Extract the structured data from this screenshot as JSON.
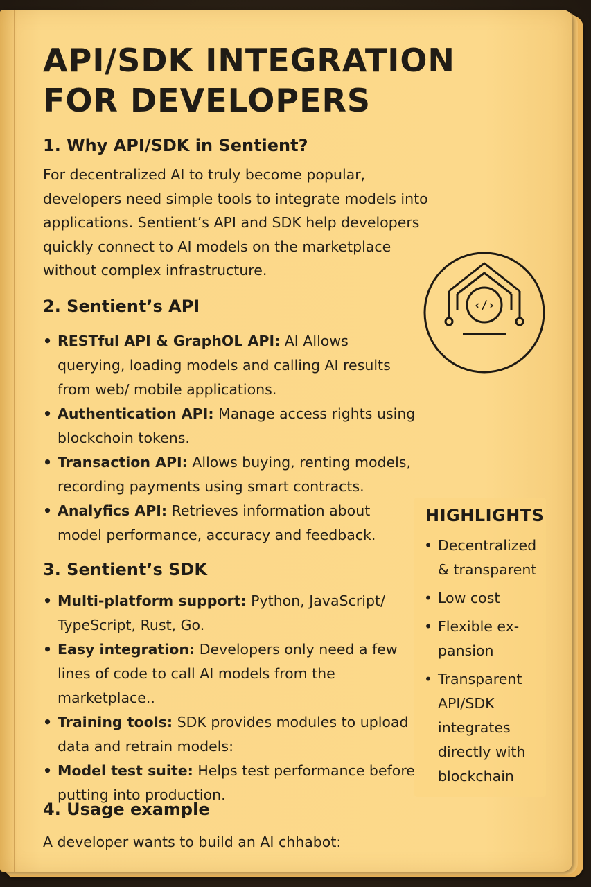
{
  "title_lines": [
    "API/SDK INTEGRATION",
    "FOR DEVELOPERS"
  ],
  "section1": {
    "heading": "1. Why API/SDK in Sentient?",
    "body": "For decentralized AI to truly become popular, developers need simple tools to integrate models into applications. Sentient’s API and SDK help developers quickly connect to AI models on the marketplace without complex infrastructure."
  },
  "section2": {
    "heading": "2. Sentient’s API",
    "items": [
      {
        "bold": "RESTful API & GraphOL API:",
        "text": " AI  Allows querying, loading models and calling AI results from web/ mobile applications."
      },
      {
        "bold": "Authentication API:",
        "text": " Manage access rights using blockchoin tokens."
      },
      {
        "bold": "Transaction API:",
        "text": " Allows buying, renting models, recording payments using smart contracts."
      },
      {
        "bold": "Analyfics API:",
        "text": " Retrieves information about model performance, accuracy and feedback."
      }
    ]
  },
  "section3": {
    "heading": "3. Sentient’s SDK",
    "items": [
      {
        "bold": "Multi-platform support:",
        "text": " Python, JavaScript/ TypeScript, Rust, Go."
      },
      {
        "bold": "Easy integration:",
        "text": " Developers only need a few lines of code to call AI models from the marketplace.."
      },
      {
        "bold": "Training tools:",
        "text": " SDK provides modules to upload data and retrain models:"
      },
      {
        "bold": "Model test suite:",
        "text": " Helps test performance before putting into production."
      }
    ]
  },
  "section4": {
    "heading": "4. Usage example",
    "body": "A developer wants to build an AI chhabot:"
  },
  "highlights": {
    "title": "HIGHLIGHTS",
    "items": [
      "Decentralized & transparent",
      "Low cost",
      "Flexible ex-pansion",
      "Transparent API/SDK integrates directly with blockchain"
    ]
  },
  "icon": {
    "name": "code-house-icon",
    "glyph": "‹/›"
  },
  "colors": {
    "page": "#fcd98b",
    "ink": "#201c16"
  }
}
